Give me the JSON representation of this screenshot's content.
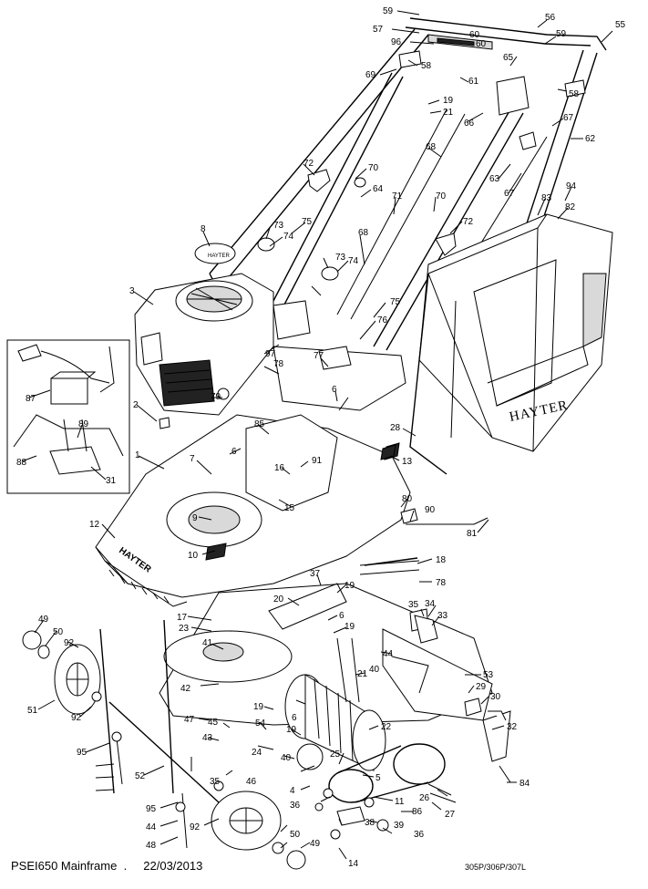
{
  "footer": {
    "title": "PSEI650 Mainframe",
    "separator": ".",
    "date": "22/03/2013",
    "models": "305P/306P/307L"
  },
  "grassbox": {
    "brand": "HAYTER"
  },
  "deck": {
    "brand": "HAYTER"
  },
  "callouts": [
    "59",
    "56",
    "55",
    "57",
    "96",
    "60",
    "60",
    "59",
    "58",
    "61",
    "65",
    "58",
    "69",
    "19",
    "21",
    "66",
    "67",
    "62",
    "72",
    "70",
    "64",
    "68",
    "63",
    "67",
    "94",
    "83",
    "82",
    "71",
    "70",
    "75",
    "73",
    "74",
    "72",
    "8",
    "73",
    "74",
    "68",
    "75",
    "3",
    "76",
    "97",
    "77",
    "78",
    "6",
    "79",
    "2",
    "87",
    "89",
    "88",
    "31",
    "85",
    "6",
    "7",
    "1",
    "91",
    "16",
    "28",
    "13",
    "9",
    "15",
    "80",
    "90",
    "12",
    "81",
    "10",
    "18",
    "78",
    "37",
    "19",
    "20",
    "17",
    "6",
    "35",
    "34",
    "33",
    "23",
    "19",
    "49",
    "50",
    "41",
    "44",
    "21",
    "40",
    "53",
    "92",
    "42",
    "29",
    "30",
    "51",
    "92",
    "19",
    "47",
    "45",
    "54",
    "6",
    "19",
    "22",
    "32",
    "95",
    "43",
    "24",
    "25",
    "5",
    "40",
    "52",
    "35",
    "46",
    "4",
    "36",
    "11",
    "26",
    "27",
    "86",
    "84",
    "95",
    "44",
    "92",
    "50",
    "38",
    "39",
    "36",
    "48",
    "49",
    "14"
  ]
}
